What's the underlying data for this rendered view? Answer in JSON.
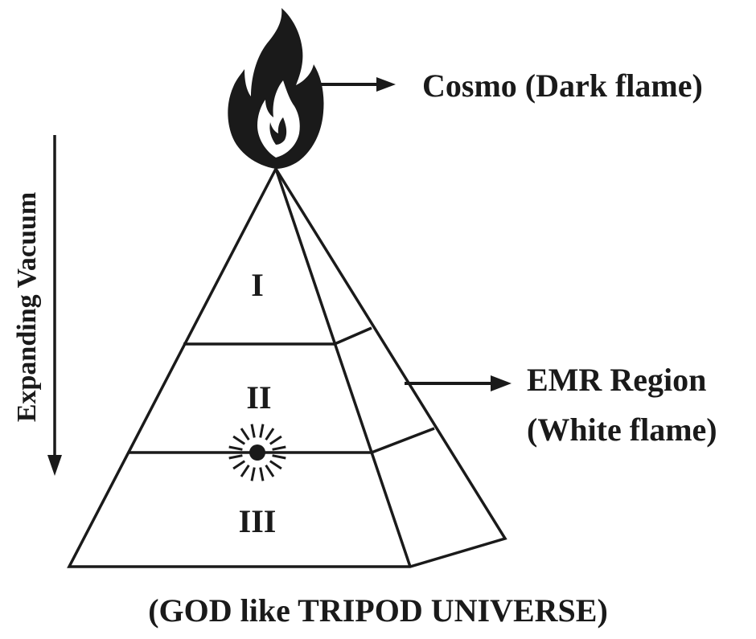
{
  "diagram": {
    "caption": "(GOD like TRIPOD UNIVERSE)",
    "side_label": "Expanding Vacuum",
    "labels": {
      "cosmo": "Cosmo (Dark flame)",
      "emr_line1": "EMR Region",
      "emr_line2": "(White flame)"
    },
    "regions": [
      "I",
      "II",
      "III"
    ],
    "icons": {
      "flame": "flame-icon",
      "sun": "sun-burst-icon"
    },
    "colors": {
      "ink": "#1a1a1a",
      "background": "#ffffff"
    }
  }
}
